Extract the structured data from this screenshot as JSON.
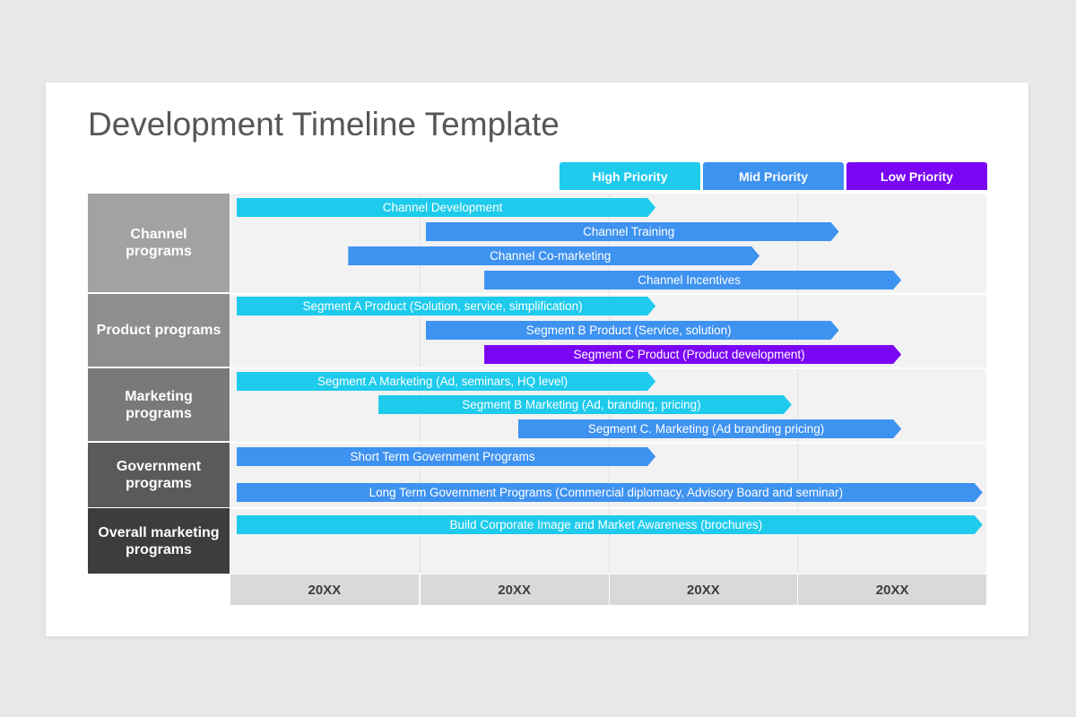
{
  "title": "Development Timeline Template",
  "legend": [
    {
      "label": "High Priority",
      "color": "#1ecbec"
    },
    {
      "label": "Mid Priority",
      "color": "#3e92f0"
    },
    {
      "label": "Low Priority",
      "color": "#7a06f4"
    }
  ],
  "years": [
    "20XX",
    "20XX",
    "20XX",
    "20XX"
  ],
  "categories": [
    {
      "label": "Channel\nprograms",
      "color": "#a2a2a3"
    },
    {
      "label": "Product  programs",
      "color": "#8e8e90"
    },
    {
      "label": "Marketing\nprograms",
      "color": "#79797b"
    },
    {
      "label": "Government\nprograms",
      "color": "#5a5a5c"
    },
    {
      "label": "Overall marketing\nprograms",
      "color": "#3d3d3f"
    }
  ],
  "tasks": [
    {
      "label": "Channel Development",
      "priority": "high",
      "start": 0.0,
      "end": 2.25
    },
    {
      "label": "Channel Training",
      "priority": "mid",
      "start": 1.0,
      "end": 3.22
    },
    {
      "label": "Channel Co-marketing",
      "priority": "mid",
      "start": 0.59,
      "end": 2.8
    },
    {
      "label": "Channel Incentives",
      "priority": "mid",
      "start": 1.31,
      "end": 3.55
    },
    {
      "label": "Segment A Product (Solution, service, simplification)",
      "priority": "high",
      "start": 0.0,
      "end": 2.25
    },
    {
      "label": "Segment B Product (Service, solution)",
      "priority": "mid",
      "start": 1.0,
      "end": 3.22
    },
    {
      "label": "Segment C Product (Product development)",
      "priority": "low",
      "start": 1.31,
      "end": 3.55
    },
    {
      "label": "Segment A Marketing (Ad, seminars, HQ level)",
      "priority": "high",
      "start": 0.0,
      "end": 2.25
    },
    {
      "label": "Segment B Marketing (Ad, branding, pricing)",
      "priority": "high",
      "start": 0.75,
      "end": 2.97
    },
    {
      "label": "Segment C. Marketing (Ad branding pricing)",
      "priority": "mid",
      "start": 1.49,
      "end": 3.55
    },
    {
      "label": "Short Term Government Programs",
      "priority": "mid",
      "start": 0.0,
      "end": 2.25
    },
    {
      "label": "Long Term Government Programs (Commercial diplomacy, Advisory Board and seminar)",
      "priority": "mid",
      "start": 0.0,
      "end": 3.98
    },
    {
      "label": "Build Corporate Image and Market Awareness (brochures)",
      "priority": "high",
      "start": 0.0,
      "end": 3.98
    }
  ]
}
